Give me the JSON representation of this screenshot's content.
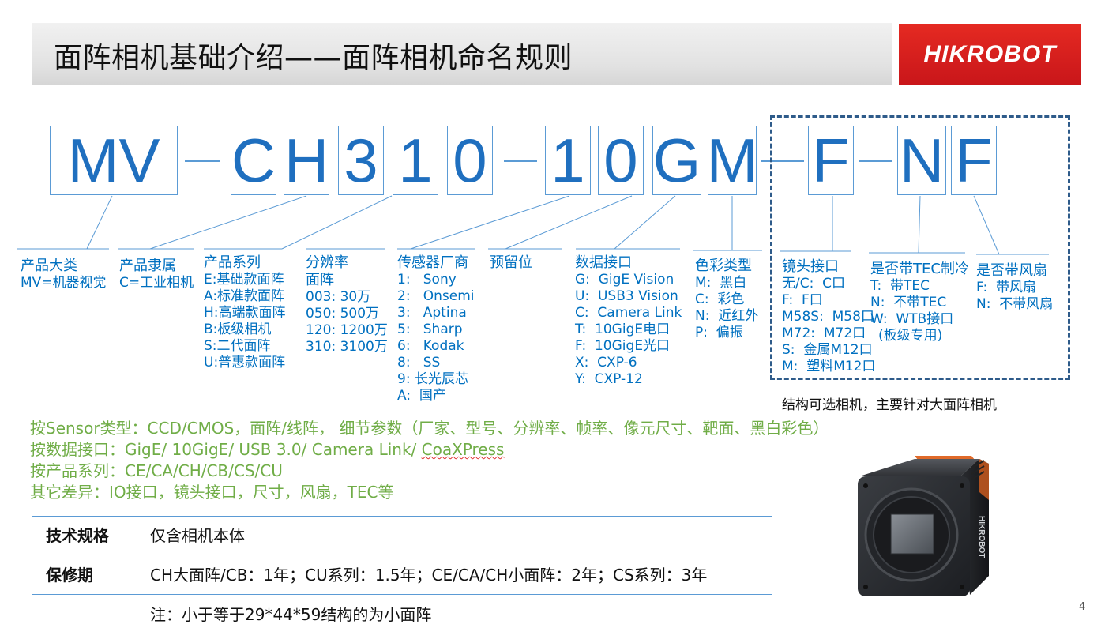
{
  "title": "面阵相机基础介绍——面阵相机命名规则",
  "logo": "HIKROBOT",
  "code_segments": [
    "MV",
    "C",
    "H",
    "3",
    "1",
    "0",
    "1",
    "0",
    "G",
    "M",
    "F",
    "N",
    "F"
  ],
  "groups": {
    "product_class": {
      "title": "产品大类",
      "lines": [
        "MV=机器视觉"
      ]
    },
    "product_belong": {
      "title": "产品隶属",
      "lines": [
        "C=工业相机"
      ]
    },
    "product_series": {
      "title": "产品系列",
      "lines": [
        "E:基础款面阵",
        "A:标准款面阵",
        "H:高端款面阵",
        "B:板级相机",
        "S:二代面阵",
        "U:普惠款面阵"
      ]
    },
    "resolution": {
      "title": "分辨率",
      "title2": "面阵",
      "lines": [
        "003: 30万",
        "050: 500万",
        "120: 1200万",
        "310: 3100万"
      ]
    },
    "sensor_vendor": {
      "title": "传感器厂商",
      "lines": [
        "1:   Sony",
        "2:   Onsemi",
        "3:   Aptina",
        "5:   Sharp",
        "6:   Kodak",
        "8:   SS",
        "9: 长光辰芯",
        "A:  国产"
      ]
    },
    "reserved": {
      "title": "预留位"
    },
    "data_interface": {
      "title": "数据接口",
      "lines": [
        "G:  GigE Vision",
        "U:  USB3 Vision",
        "C:  Camera Link",
        "T:  10GigE电口",
        "F:  10GigE光口",
        "X:  CXP-6",
        "Y:  CXP-12"
      ]
    },
    "color_type": {
      "title": "色彩类型",
      "lines": [
        "M:  黑白",
        "C:  彩色",
        "N:  近红外",
        "P:  偏振"
      ]
    },
    "lens_mount": {
      "title": "镜头接口",
      "lines": [
        "无/C:  C口",
        "F:  F口",
        "M58S:  M58口",
        "M72:  M72口",
        "S:  金属M12口",
        "M:  塑料M12口"
      ]
    },
    "tec_cooling": {
      "title": "是否带TEC制冷",
      "lines": [
        "T:  带TEC",
        "N:  不带TEC",
        "W:  WTB接口",
        "(板级专用)"
      ]
    },
    "fan": {
      "title": "是否带风扇",
      "lines": [
        "F:  带风扇",
        "N:  不带风扇"
      ]
    }
  },
  "optional_note": "结构可选相机，主要针对大面阵相机",
  "classification": [
    "按Sensor类型：CCD/CMOS，面阵/线阵， 细节参数（厂家、型号、分辨率、帧率、像元尺寸、靶面、黑白彩色）",
    "按数据接口：GigE/ 10GigE/ USB 3.0/ Camera Link/ ",
    "CoaXPress",
    "按产品系列：CE/CA/CH/CB/CS/CU",
    "其它差异：IO接口，镜头接口，尺寸，风扇，TEC等"
  ],
  "specs": [
    {
      "label": "技术规格",
      "value": "仅含相机本体"
    },
    {
      "label": "保修期",
      "value": "CH大面阵/CB：1年；CU系列：1.5年；CE/CA/CH小面阵：2年；CS系列：3年"
    },
    {
      "label": "",
      "value": "注：小于等于29*44*59结构的为小面阵"
    }
  ],
  "camera_brand": "HIKROBOT",
  "page_number": "4",
  "colors": {
    "code_text": "#1f6fbf",
    "box_border": "#5b9bd5",
    "label_text": "#0070c0",
    "green_text": "#70ad47",
    "logo_red": "#d71f1e",
    "dashed_frame": "#2e5b8a"
  }
}
